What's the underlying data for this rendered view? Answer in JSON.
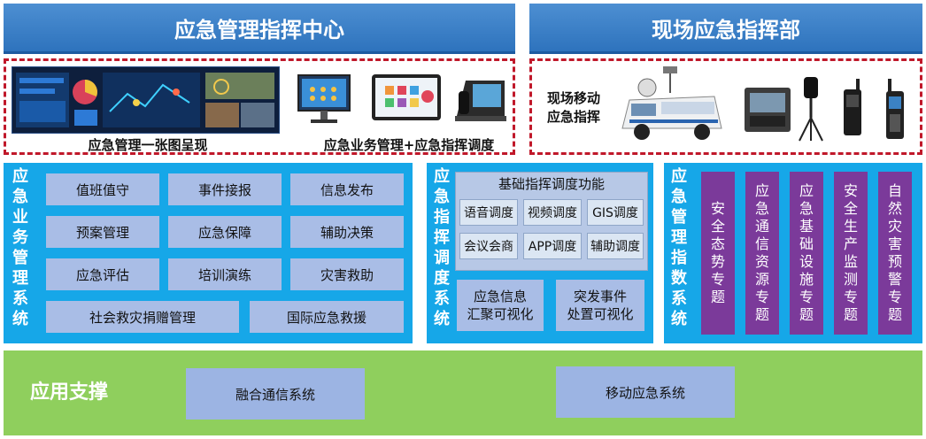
{
  "headers": {
    "left": "应急管理指挥中心",
    "right": "现场应急指挥部"
  },
  "captions": {
    "one_map": "应急管理一张图呈现",
    "business": "应急业务管理+应急指挥调度",
    "mobile_cmd": "现场移动\n应急指挥"
  },
  "business_system": {
    "title": "应\n急\n业\n务\n管\n理\n系\n统",
    "cells": [
      "值班值守",
      "事件接报",
      "信息发布",
      "预案管理",
      "应急保障",
      "辅助决策",
      "应急评估",
      "培训演练",
      "灾害救助"
    ],
    "wide_cells": [
      "社会救灾捐赠管理",
      "国际应急救援"
    ]
  },
  "dispatch_system": {
    "title": "应\n急\n指\n挥\n调\n度\n系\n统",
    "func_title": "基础指挥调度功能",
    "funcs": [
      "语音调度",
      "视频调度",
      "GIS调度",
      "会议会商",
      "APP调度",
      "辅助调度"
    ],
    "viz": [
      "应急信息\n汇聚可视化",
      "突发事件\n处置可视化"
    ]
  },
  "index_system": {
    "title": "应\n急\n管\n理\n指\n数\n系\n统",
    "topics": [
      "安\n全\n态\n势\n专\n题",
      "应\n急\n通\n信\n资\n源\n专\n题",
      "应\n急\n基\n础\n设\n施\n专\n题",
      "安\n全\n生\n产\n监\n测\n专\n题",
      "自\n然\n灾\n害\n预\n警\n专\n题"
    ]
  },
  "support": {
    "title": "应用支撑",
    "items": [
      "融合通信系统",
      "移动应急系统"
    ]
  }
}
